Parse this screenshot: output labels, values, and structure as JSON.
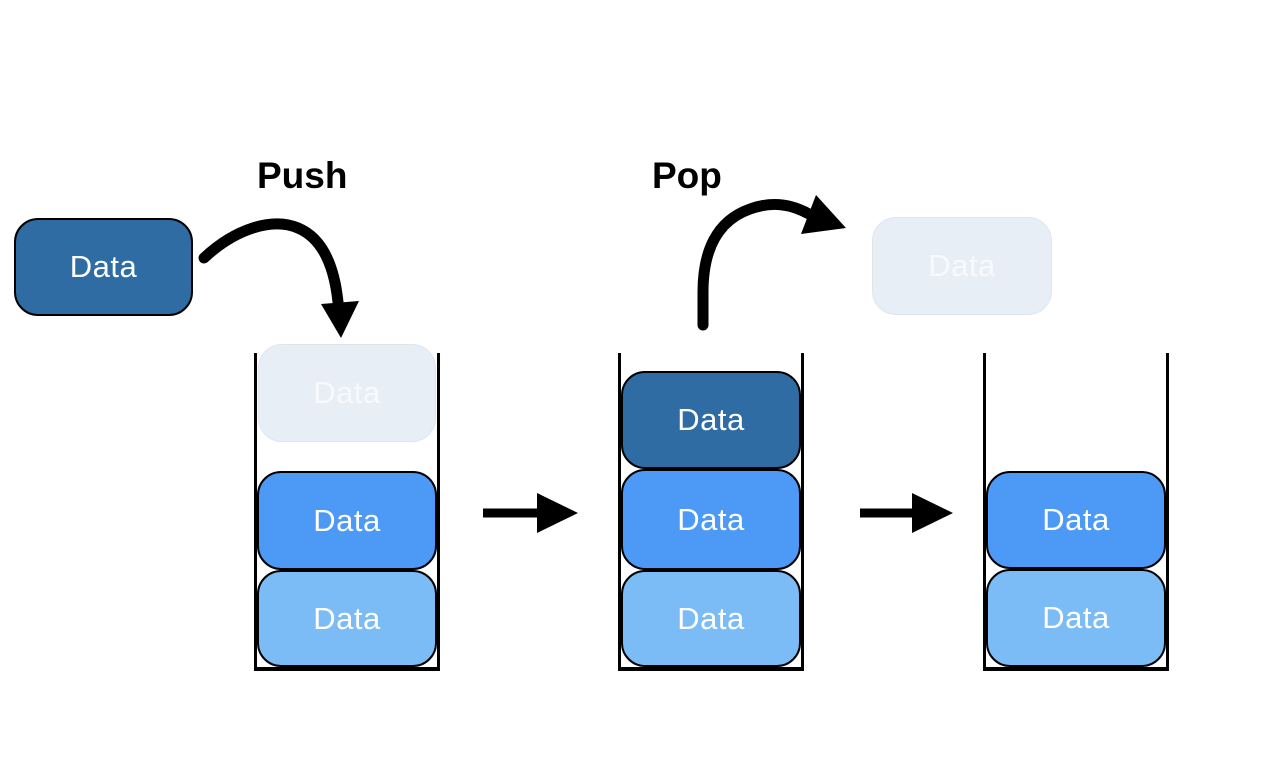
{
  "diagram": {
    "push_label": "Push",
    "pop_label": "Pop",
    "incoming_item": {
      "label": "Data"
    },
    "popped_item": {
      "label": "Data"
    },
    "stacks": [
      {
        "name": "before-push",
        "items": [
          {
            "label": "Data",
            "variant": "ghost"
          },
          {
            "label": "Data",
            "variant": "medium"
          },
          {
            "label": "Data",
            "variant": "light"
          }
        ]
      },
      {
        "name": "after-push",
        "items": [
          {
            "label": "Data",
            "variant": "dark"
          },
          {
            "label": "Data",
            "variant": "medium"
          },
          {
            "label": "Data",
            "variant": "light"
          }
        ]
      },
      {
        "name": "after-pop",
        "items": [
          {
            "label": "Data",
            "variant": "medium"
          },
          {
            "label": "Data",
            "variant": "light"
          }
        ]
      }
    ],
    "colors": {
      "dark_blue": "#2F6CA4",
      "medium_blue": "#4C99F6",
      "light_blue": "#7CBCF6",
      "ghost_fill": "#E8EEF6",
      "ghost_border": "#DDE5F0",
      "ghost_text": "#F7F9FC",
      "box_text": "#FFFFFF",
      "arrow": "#000000"
    }
  }
}
